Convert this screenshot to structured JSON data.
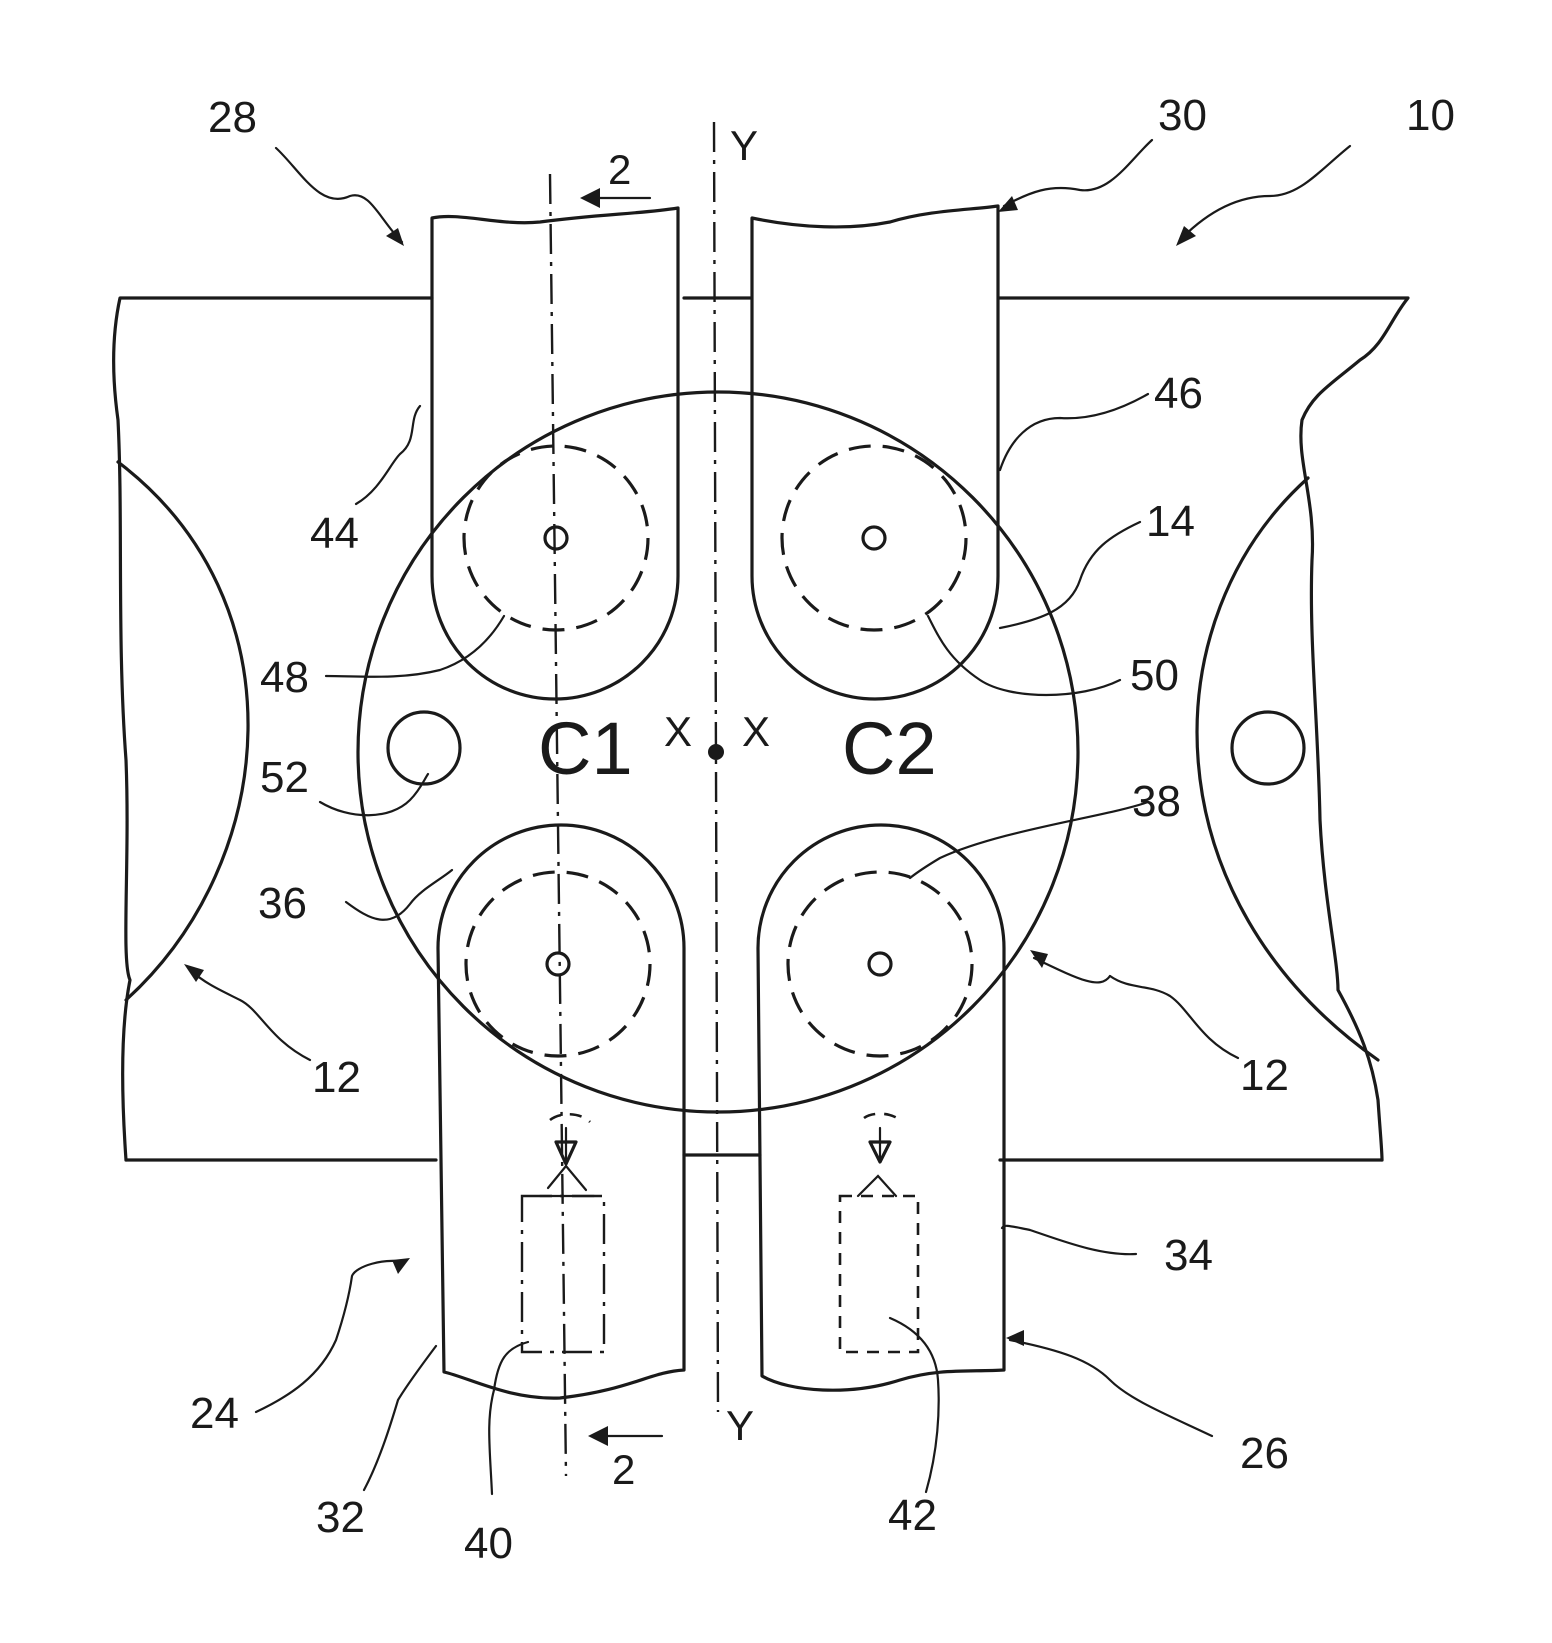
{
  "labels": {
    "ref_10": "10",
    "ref_12_left": "12",
    "ref_12_right": "12",
    "ref_14": "14",
    "ref_24": "24",
    "ref_26": "26",
    "ref_28": "28",
    "ref_30": "30",
    "ref_32": "32",
    "ref_34": "34",
    "ref_36": "36",
    "ref_38": "38",
    "ref_40": "40",
    "ref_42": "42",
    "ref_44": "44",
    "ref_46": "46",
    "ref_48": "48",
    "ref_50": "50",
    "ref_52": "52",
    "section_2_top": "2",
    "section_2_bottom": "2",
    "axis_y_top": "Y",
    "axis_y_bottom": "Y",
    "axis_x_left": "X",
    "axis_x_right": "X",
    "zone_c1": "C1",
    "zone_c2": "C2"
  }
}
